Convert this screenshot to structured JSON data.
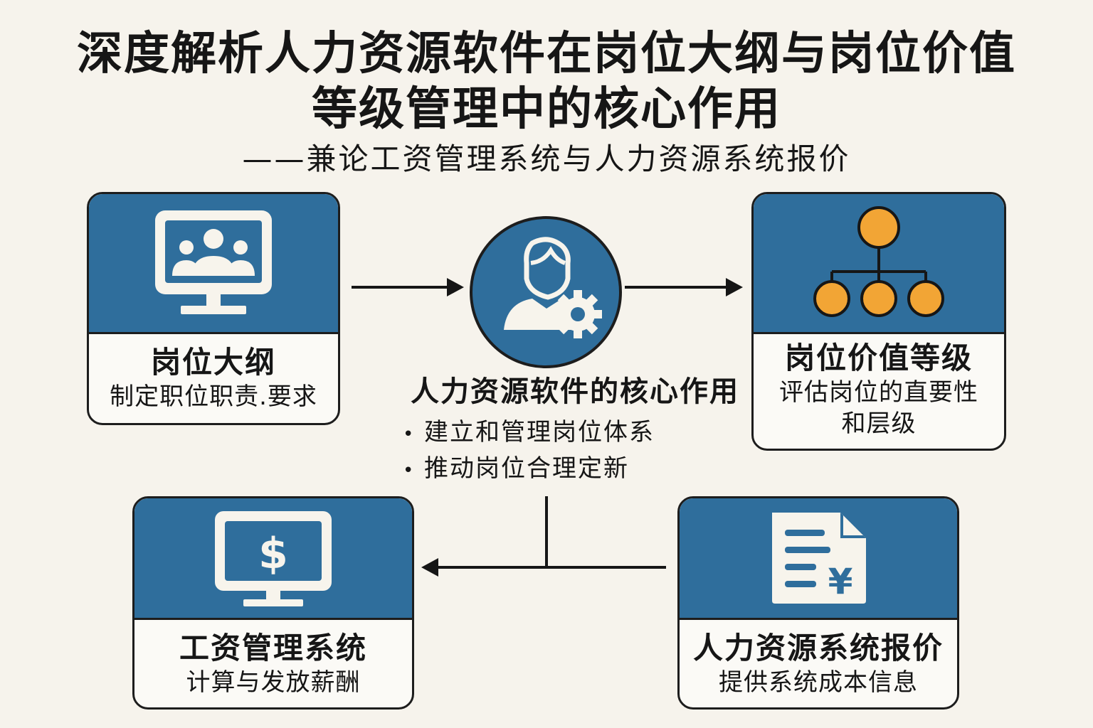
{
  "title": {
    "line1": "深度解析人力资源软件在岗位大纲与岗位价值",
    "line2": "等级管理中的核心作用",
    "subtitle": "——兼论工资管理系统与人力资源系统报价"
  },
  "nodes": {
    "job_outline": {
      "title": "岗位大纲",
      "desc": "制定职位职责.要求",
      "icon": "monitor-people-icon"
    },
    "core": {
      "title": "人力资源软件的核心作用",
      "icon": "user-gear-icon",
      "bullets": [
        "建立和管理岗位体系",
        "推动岗位合理定新"
      ]
    },
    "job_value": {
      "title": "岗位价值等级",
      "desc_line1": "评估岗位的直要性",
      "desc_line2": "和层级",
      "icon": "org-chart-icon"
    },
    "payroll": {
      "title": "工资管理系统",
      "desc": "计算与发放薪酬",
      "icon": "monitor-dollar-icon"
    },
    "pricing": {
      "title": "人力资源系统报价",
      "desc": "提供系统成本信息",
      "icon": "document-yen-icon"
    }
  },
  "colors": {
    "panel_blue": "#2f6e9c",
    "accent_orange": "#f2a535",
    "background": "#f6f3ec",
    "ink": "#1d1d1d"
  }
}
